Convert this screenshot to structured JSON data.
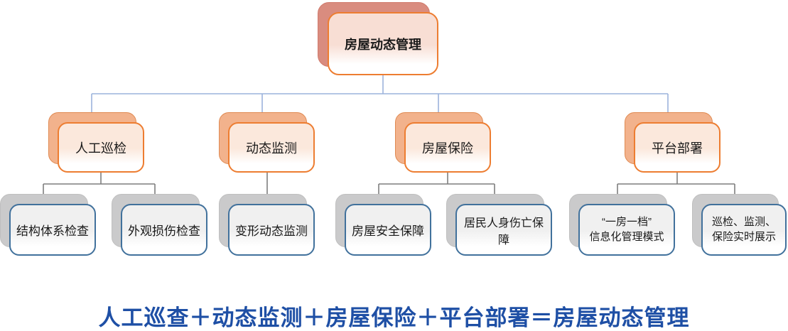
{
  "root": {
    "label": "房屋动态管理"
  },
  "branches": [
    {
      "label": "人工巡检"
    },
    {
      "label": "动态监测"
    },
    {
      "label": "房屋保险"
    },
    {
      "label": "平台部署"
    }
  ],
  "leaves": [
    {
      "label": "结构体系检查"
    },
    {
      "label": "外观损伤检查"
    },
    {
      "label": "变形动态监测"
    },
    {
      "label": "房屋安全保障"
    },
    {
      "label": "居民人身伤亡保障"
    },
    {
      "label": "“一房一档”\n信息化管理模式"
    },
    {
      "label": "巡检、监测、\n保险实时展示"
    }
  ],
  "footer": {
    "text": "人工巡查＋动态监测＋房屋保险＋平台部署＝房屋动态管理"
  },
  "colors": {
    "accent-orange": "#ED7D31",
    "orange-shadow-fill": "#F2B28C",
    "orange-shadow-border": "#E08A52",
    "orange-tint": "#FBE8DC",
    "root-shadow-fill": "#D98C7F",
    "root-shadow-border": "#D07A6C",
    "root-tint": "#F8DED4",
    "gray-shadow-fill": "#CACACB",
    "gray-shadow-border": "#BFBFBF",
    "leaf-border": "#41719C",
    "leaf-tint": "#F0F0F0",
    "connector-blue": "#9CB3DC",
    "connector-gray": "#7F7F7F",
    "footer-blue": "#1E4FA5",
    "text-dark": "#1A1A1A"
  }
}
